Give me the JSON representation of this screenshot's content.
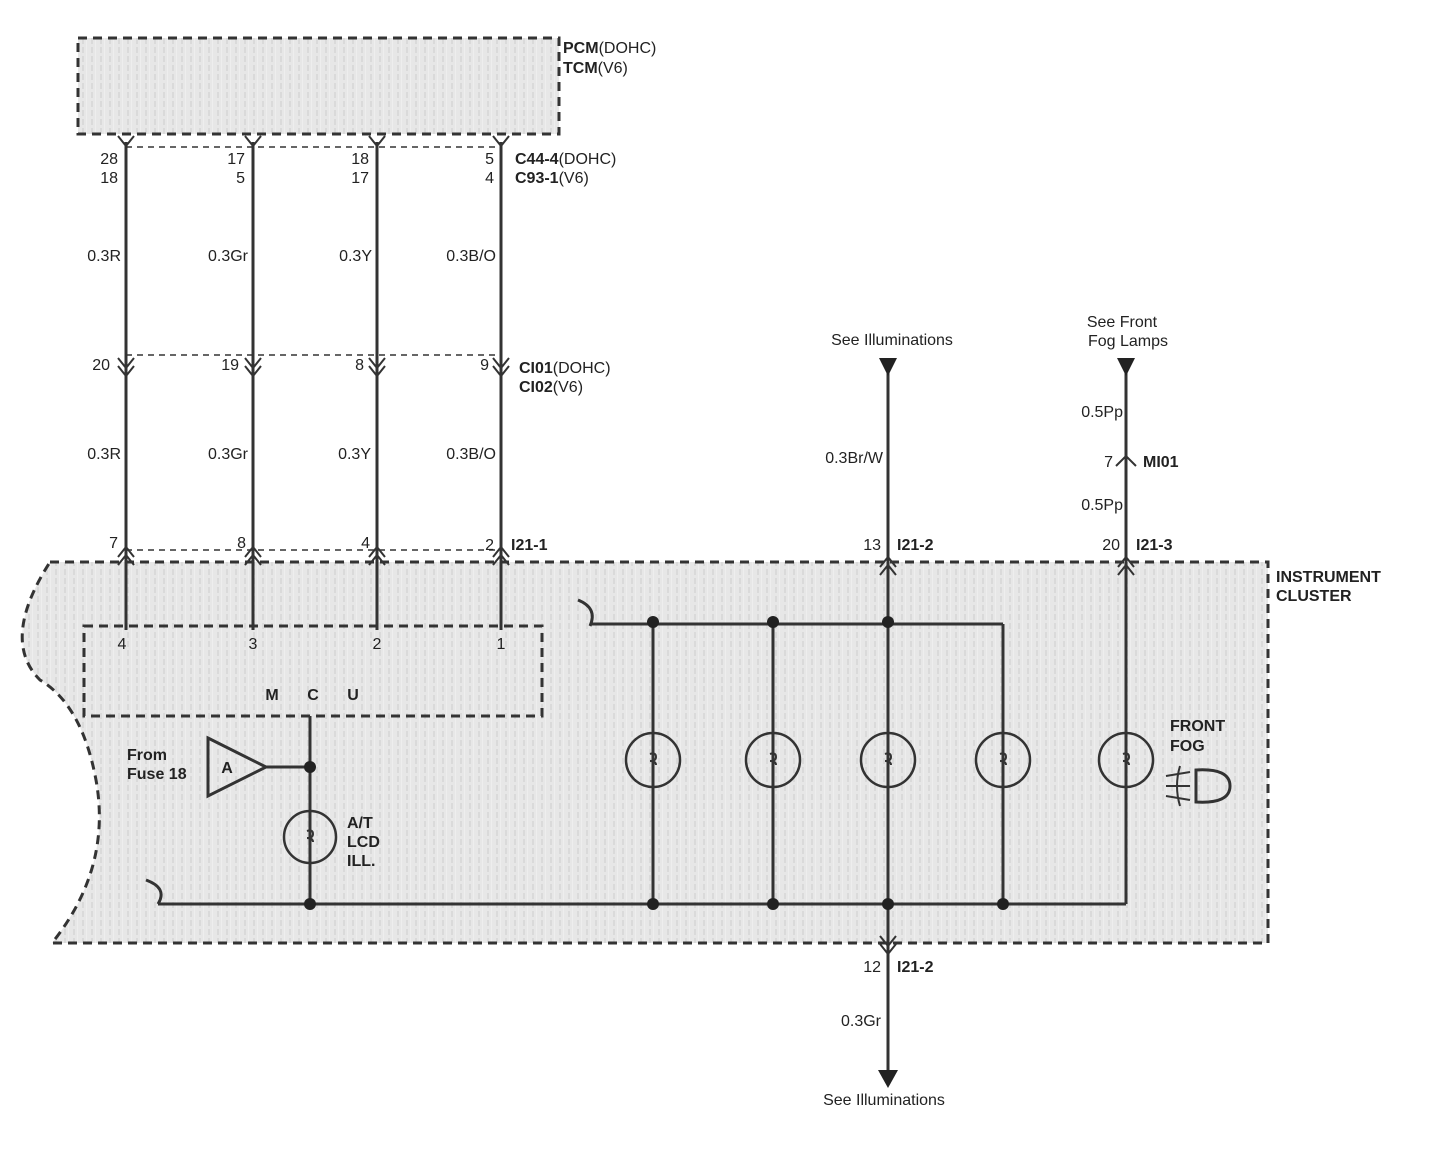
{
  "module": {
    "line1_bold": "PCM",
    "line1_rest": "(DOHC)",
    "line2_bold": "TCM",
    "line2_rest": "(V6)"
  },
  "connectors": {
    "top1_bold": "C44-4",
    "top1_rest": "(DOHC)",
    "top2_bold": "C93-1",
    "top2_rest": "(V6)",
    "mid1_bold": "CI01",
    "mid1_rest": "(DOHC)",
    "mid2_bold": "CI02",
    "mid2_rest": "(V6)",
    "cluster_1": "I21-1",
    "cluster_2": "I21-2",
    "cluster_3": "I21-3",
    "mi01": "MI01",
    "bottom": "I21-2"
  },
  "pins": {
    "pcm_dohc": [
      "28",
      "17",
      "18",
      "5"
    ],
    "pcm_v6": [
      "18",
      "5",
      "17",
      "4"
    ],
    "ci": [
      "20",
      "19",
      "8",
      "9"
    ],
    "cluster": [
      "7",
      "8",
      "4",
      "2"
    ],
    "mcu": [
      "4",
      "3",
      "2",
      "1"
    ],
    "illum_in": "13",
    "fog_in": "20",
    "mi01": "7",
    "illum_out": "12"
  },
  "wires": {
    "upper": [
      "0.3R",
      "0.3Gr",
      "0.3Y",
      "0.3B/O"
    ],
    "lower": [
      "0.3R",
      "0.3Gr",
      "0.3Y",
      "0.3B/O"
    ],
    "illum": "0.3Br/W",
    "fog_upper": "0.5Pp",
    "fog_lower": "0.5Pp",
    "ground": "0.3Gr"
  },
  "refs": {
    "illum_top": "See Illuminations",
    "fog_top_1": "See Front",
    "fog_top_2": "Fog Lamps",
    "illum_bottom": "See Illuminations"
  },
  "cluster": {
    "title_1": "INSTRUMENT",
    "title_2": "CLUSTER"
  },
  "mcu": {
    "letter_1": "M",
    "letter_2": "C",
    "letter_3": "U"
  },
  "fuse": {
    "from_1": "From",
    "from_2": "Fuse 18",
    "symbol": "A"
  },
  "lamp_at": {
    "line1": "A/T",
    "line2": "LCD",
    "line3": "ILL."
  },
  "lamp_fog": {
    "line1": "FRONT",
    "line2": "FOG"
  },
  "icons": {
    "fog": "front-fog-lamp-icon",
    "bulb": "bulb-icon"
  }
}
